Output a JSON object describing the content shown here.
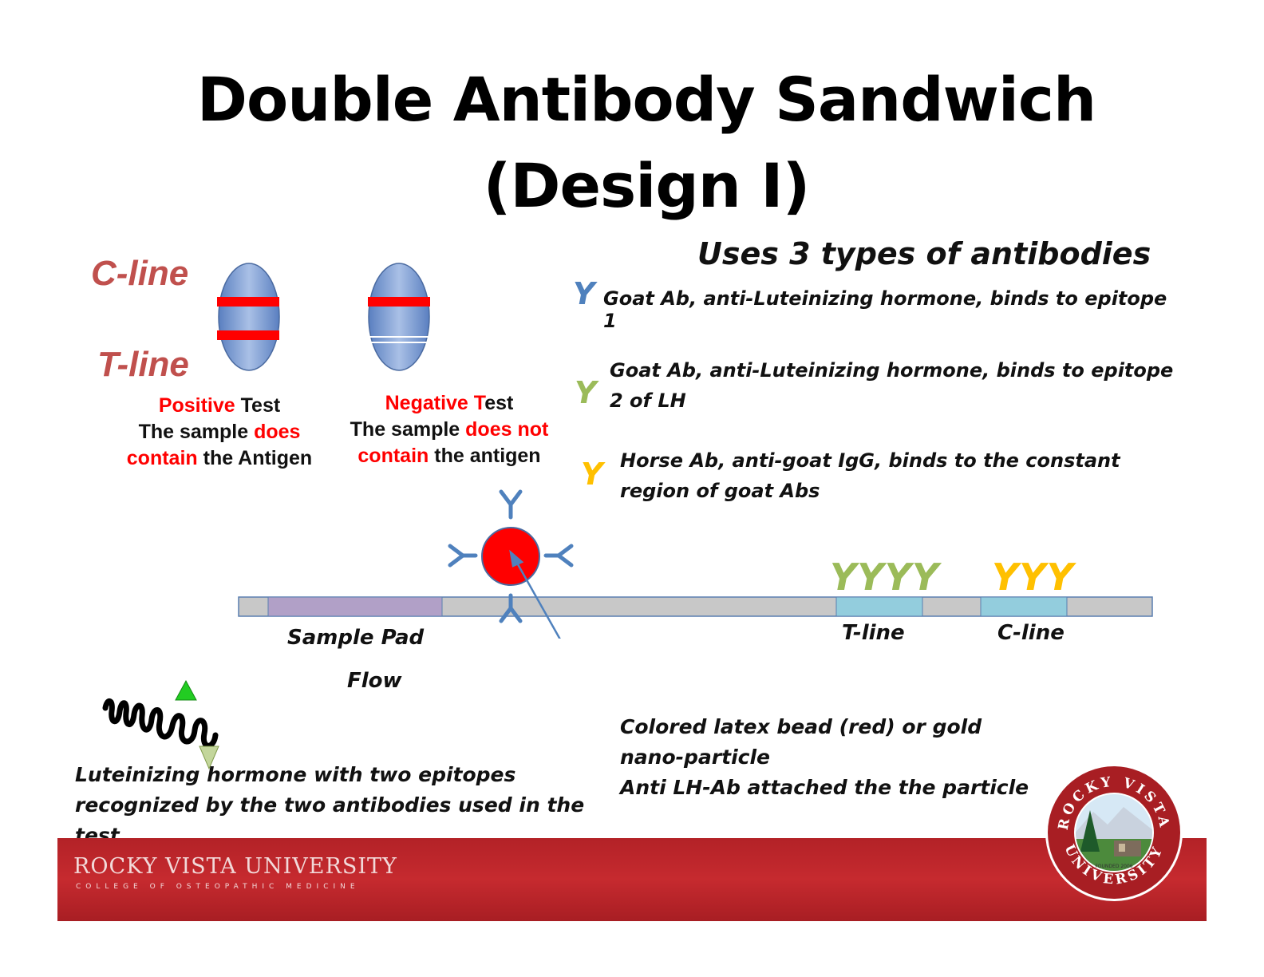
{
  "title": {
    "line1": "Double Antibody Sandwich",
    "line2": "(Design I)"
  },
  "left_labels": {
    "c_line": "C-line",
    "t_line": "T-line"
  },
  "positive_test": {
    "w1": "Positive",
    "w2": " Test",
    "l2a": "The sample ",
    "l2b": "does",
    "l3a": "contain",
    "l3b": " the Antigen"
  },
  "negative_test": {
    "w1": "Negative ",
    "w2": "T",
    "w3": "est",
    "l2a": "The sample ",
    "l2b": "does not",
    "l3a": "contain",
    "l3b": " the antigen"
  },
  "types": {
    "heading": "Uses 3 types of antibodies",
    "items": [
      {
        "glyph": "Y",
        "color": "#4f81bd",
        "text": "Goat Ab, anti-Luteinizing hormone, binds to epitope 1"
      },
      {
        "glyph": "Y",
        "color": "#9bbb59",
        "text": "Goat Ab, anti-Luteinizing hormone, binds to epitope 2 of LH"
      },
      {
        "glyph": "Y",
        "color": "#ffc000",
        "text": "Horse Ab, anti-goat IgG, binds to the constant region of goat Abs"
      }
    ]
  },
  "strip": {
    "t_antibodies": "YYYY",
    "c_antibodies": "YYY",
    "sample_pad_label": "Sample Pad",
    "flow_label": "Flow",
    "t_line_label": "T-line",
    "c_line_label": "C-line"
  },
  "hormone_caption": "Luteinizing hormone with two epitopes recognized by the two antibodies used in the test",
  "bead_caption": {
    "line1": "Colored latex bead (red) or gold nano-particle",
    "line2": "Anti LH-Ab attached the the particle"
  },
  "footer": {
    "university": "ROCKY VISTA UNIVERSITY",
    "college": "COLLEGE OF OSTEOPATHIC MEDICINE",
    "seal_top": "ROCKY VISTA",
    "seal_bottom": "UNIVERSITY",
    "seal_founded": "FOUNDED 2006"
  },
  "colors": {
    "red_band": "#ff0000",
    "capsule_blue": "#7f9fd0",
    "strip_gray": "#c8c8c8",
    "sample_pad": "#b1a0c7",
    "line_zone": "#93cddd",
    "goat_ab1": "#4f81bd",
    "goat_ab2": "#9bbb59",
    "horse_ab": "#ffc000",
    "footer_red": "#b32227"
  }
}
